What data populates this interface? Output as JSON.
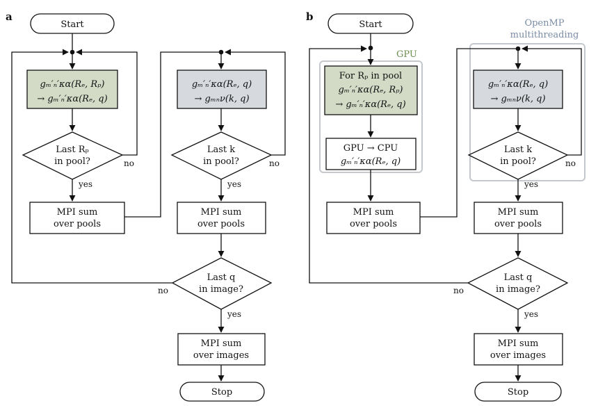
{
  "colors": {
    "gpu": "#6b8e4e",
    "openmp": "#7a8ca4",
    "box_green": "#d3dbc7",
    "box_gray": "#d6d9de",
    "stroke": "#111111",
    "region_border": "#c4c8cd"
  },
  "panel_a": {
    "letter": "a",
    "start": "Start",
    "box_rp": [
      "gₘ′ₙ′κα(Rₑ, Rₚ)",
      "→ gₘ′ₙ′κα(Rₑ, q)"
    ],
    "box_k": [
      "gₘ′ₙ′κα(Rₑ, q)",
      "→ gₘₙν(k, q)"
    ],
    "decision_rp": [
      "Last Rₚ",
      "in pool?"
    ],
    "decision_k": [
      "Last k",
      "in pool?"
    ],
    "mpi_pools_1": [
      "MPI sum",
      "over pools"
    ],
    "mpi_pools_2": [
      "MPI sum",
      "over pools"
    ],
    "decision_q": [
      "Last q",
      "in image?"
    ],
    "mpi_images": [
      "MPI sum",
      "over images"
    ],
    "stop": "Stop",
    "yes": "yes",
    "no": "no"
  },
  "panel_b": {
    "letter": "b",
    "start": "Start",
    "gpu_label": "GPU",
    "openmp_label": [
      "OpenMP",
      "multithreading"
    ],
    "box_rp": [
      "For Rₚ in pool",
      "gₘ′ₙ′κα(Rₑ, Rₚ)",
      "→ gₘ′ₙ′κα(Rₑ, q)"
    ],
    "box_transfer": [
      "GPU → CPU",
      "gₘ′ₙ′κα(Rₑ, q)"
    ],
    "box_k": [
      "gₘ′ₙ′κα(Rₑ, q)",
      "→ gₘₙν(k, q)"
    ],
    "decision_k": [
      "Last k",
      "in pool?"
    ],
    "mpi_pools_1": [
      "MPI sum",
      "over pools"
    ],
    "mpi_pools_2": [
      "MPI sum",
      "over pools"
    ],
    "decision_q": [
      "Last q",
      "in image?"
    ],
    "mpi_images": [
      "MPI sum",
      "over images"
    ],
    "stop": "Stop",
    "yes": "yes",
    "no": "no"
  }
}
